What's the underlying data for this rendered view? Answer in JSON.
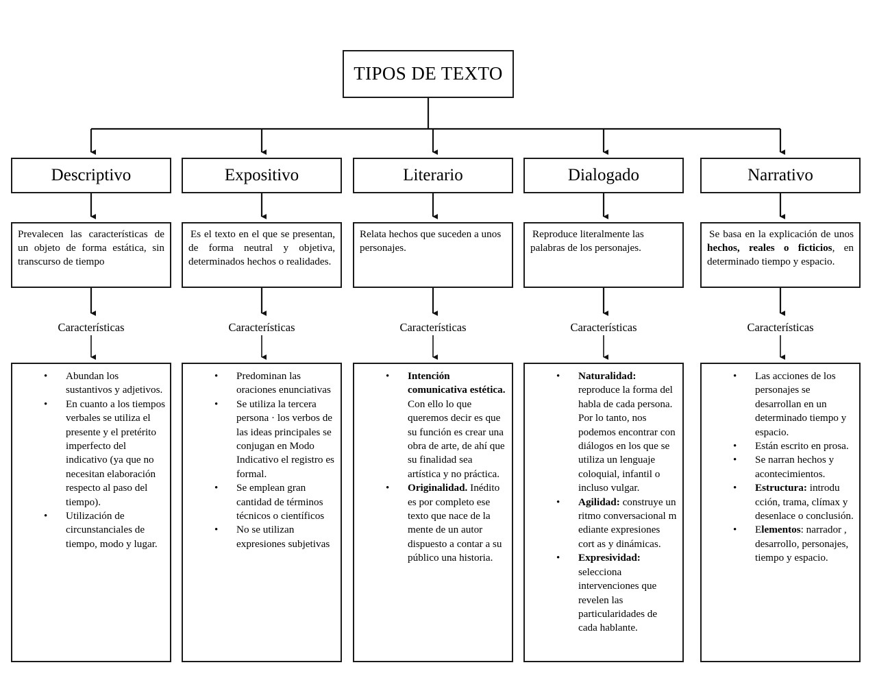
{
  "diagram": {
    "title": "TIPOS DE TEXTO",
    "kind": "concept-map",
    "caracteristicas_label": "Características",
    "colors": {
      "stroke": "#1a1a1a",
      "background": "#ffffff",
      "text": "#000000"
    },
    "columns": [
      {
        "type": "Descriptivo",
        "description": "Prevalecen las características de un objeto de forma estática, sin transcurso de tiempo",
        "features_label": "Características",
        "bullets": [
          {
            "lead": "",
            "text": "Abundan los sustantivos y adjetivos."
          },
          {
            "lead": "",
            "text": "En cuanto a los tiempos verbales se utiliza el presente y el pretérito imperfecto del indicativo (ya que no necesitan elaboración respecto al paso del tiempo)."
          },
          {
            "lead": "",
            "text": "Utilización de circunstanciales de tiempo, modo y lugar."
          }
        ]
      },
      {
        "type": "Expositivo",
        "description": "Es el texto en el que se presentan, de forma neutral y objetiva, determinados hechos o realidades.",
        "features_label": "Características",
        "bullets": [
          {
            "lead": "",
            "text": "Predominan las oraciones enunciativas"
          },
          {
            "lead": "",
            "text": "Se utiliza la tercera persona · los verbos de las ideas principales se conjugan en Modo Indicativo el registro es formal."
          },
          {
            "lead": "",
            "text": "Se emplean gran cantidad de términos técnicos o científicos"
          },
          {
            "lead": "",
            "text": "No se utilizan expresiones subjetivas"
          }
        ]
      },
      {
        "type": "Literario",
        "description": "Relata hechos que suceden a unos personajes.",
        "features_label": "Características",
        "bullets": [
          {
            "lead": "Intención comunicativa estética.",
            "text": " Con ello lo que queremos decir es que su función es crear una obra de arte, de ahí que su finalidad sea artística y no práctica."
          },
          {
            "lead": "Originalidad.",
            "text": " Inédito es por completo ese texto que nace de la mente de un autor dispuesto a contar a su público una historia."
          }
        ]
      },
      {
        "type": "Dialogado",
        "description": "Reproduce literalmente las palabras de los personajes.",
        "features_label": "Características",
        "bullets": [
          {
            "lead": "Naturalidad:",
            "text": " reproduce la forma del habla de cada persona. Por lo tanto, nos podemos encontrar con diálogos en los que se utiliza un lenguaje coloquial, infantil o incluso vulgar."
          },
          {
            "lead": "Agilidad:",
            "text": " construye un ritmo conversacional m ediante expresiones cort as y dinámicas."
          },
          {
            "lead": "Expresividad:",
            "text": " selecciona intervenciones que revelen las particularidades de cada hablante."
          }
        ]
      },
      {
        "type": "Narrativo",
        "description_parts": [
          {
            "text": "Se basa en la explicación de unos ",
            "bold": false
          },
          {
            "text": "hechos, reales o ficticios",
            "bold": true
          },
          {
            "text": ", en determinado tiempo y espacio.",
            "bold": false
          }
        ],
        "description": "Se basa en la explicación de unos hechos, reales o ficticios, en determinado tiempo y espacio.",
        "features_label": "Características",
        "bullets": [
          {
            "lead": "",
            "text": "Las acciones de los personajes se desarrollan en un determinado tiempo y espacio."
          },
          {
            "lead": "",
            "text": "Están escrito en prosa."
          },
          {
            "lead": "",
            "text": "Se narran hechos y acontecimientos."
          },
          {
            "lead": "Estructura:",
            "text": " introdu cción, trama, clímax y desenlace o conclusión."
          },
          {
            "lead_prefix": "E",
            "lead": "lementos",
            "text": ": narrador , desarrollo, personajes, tiempo y espacio."
          }
        ]
      }
    ]
  }
}
